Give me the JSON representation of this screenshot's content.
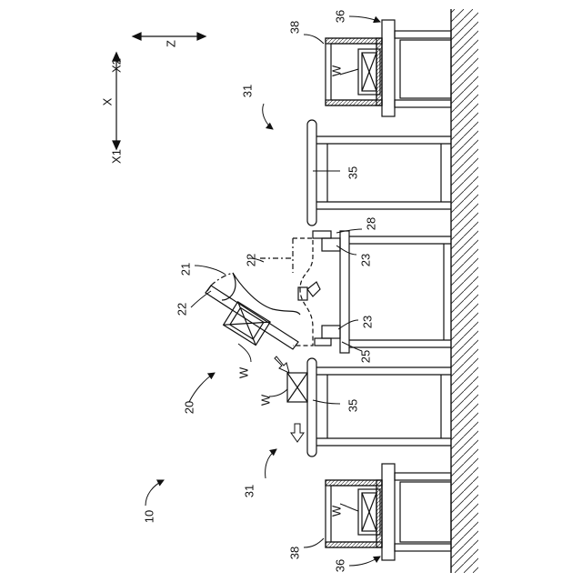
{
  "labels": {
    "ref_10": "10",
    "ref_20": "20",
    "ref_21": "21",
    "ref_22a": "22",
    "ref_22b": "22",
    "ref_23a": "23",
    "ref_23b": "23",
    "ref_25": "25",
    "ref_28": "28",
    "ref_31a": "31",
    "ref_31b": "31",
    "ref_35a": "35",
    "ref_35b": "35",
    "ref_36a": "36",
    "ref_36b": "36",
    "ref_38a": "38",
    "ref_38b": "38",
    "w_top": "W",
    "w_bottom": "W",
    "w_carried": "W",
    "w_station": "W"
  },
  "axes": {
    "z": "Z",
    "x": "X",
    "x1": "X1",
    "x2": "X2"
  }
}
